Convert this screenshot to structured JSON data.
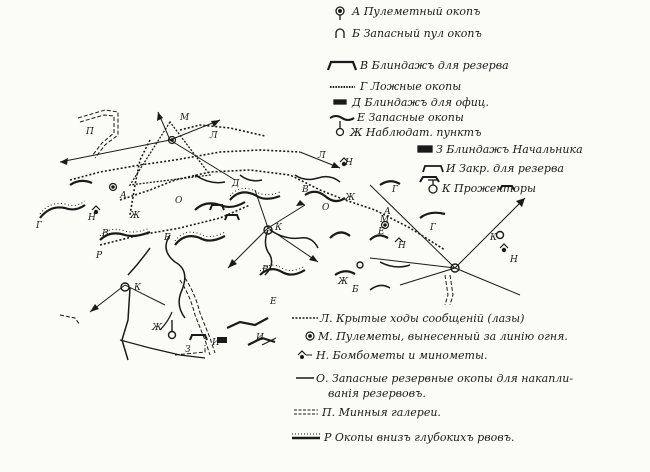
{
  "legend_top": [
    {
      "key": "A",
      "text": "А Пулеметный окопъ",
      "symbol": "mg-pit-icon"
    },
    {
      "key": "B",
      "text": "Б Запасный пул окопъ",
      "symbol": "reserve-mg-pit-icon"
    },
    {
      "key": "V",
      "text": "В Блиндажъ для резерва",
      "symbol": "reserve-dugout-icon"
    },
    {
      "key": "G",
      "text": "Г Ложные окопы",
      "symbol": "false-trench-icon"
    },
    {
      "key": "D",
      "text": "Д Блиндажъ для офиц.",
      "symbol": "officer-dugout-icon"
    },
    {
      "key": "E",
      "text": "Е Запасные окопы",
      "symbol": "reserve-trench-icon"
    },
    {
      "key": "Zh",
      "text": "Ж Наблюдат. пунктъ",
      "symbol": "observation-post-icon"
    },
    {
      "key": "Z",
      "text": "З Блиндажъ Начальника",
      "symbol": "commander-dugout-icon"
    },
    {
      "key": "I",
      "text": "И Закр. для резерва",
      "symbol": "reserve-shelter-icon"
    },
    {
      "key": "K",
      "text": "К Прожекторы",
      "symbol": "searchlight-icon"
    }
  ],
  "legend_bottom": [
    {
      "text": "Л. Крытые ходы сообщеній (лазы)",
      "symbol": "covered-passage-icon"
    },
    {
      "text": "М. Пулеметы, вынесенный за линію огня.",
      "symbol": "forward-mg-icon"
    },
    {
      "text": "Н. Бомбометы и минометы.",
      "symbol": "mortar-icon"
    },
    {
      "text": "О. Запасные резервные окопы для накапли-",
      "symbol": "assembly-trench-icon"
    },
    {
      "text": "ванія резервовъ.",
      "symbol": ""
    },
    {
      "text": "П. Минныя галереи.",
      "symbol": "mine-gallery-icon"
    },
    {
      "text": "Р Окопы внизъ глубокихъ рвовъ.",
      "symbol": "ravine-trench-icon"
    }
  ],
  "map_labels": [
    {
      "id": "P1",
      "text": "П"
    },
    {
      "id": "M1",
      "text": "М"
    },
    {
      "id": "L1",
      "text": "Л"
    },
    {
      "id": "A1",
      "text": "А"
    },
    {
      "id": "G1",
      "text": "Г"
    },
    {
      "id": "N1",
      "text": "Н"
    },
    {
      "id": "Zh1",
      "text": "Ж"
    },
    {
      "id": "O1",
      "text": "О"
    },
    {
      "id": "V1",
      "text": "В"
    },
    {
      "id": "B1",
      "text": "Б"
    },
    {
      "id": "R1",
      "text": "Р"
    },
    {
      "id": "K1",
      "text": "К"
    },
    {
      "id": "Zh2",
      "text": "Ж"
    },
    {
      "id": "Z1",
      "text": "З"
    },
    {
      "id": "I1",
      "text": "И"
    },
    {
      "id": "E1",
      "text": "Е"
    },
    {
      "id": "D1",
      "text": "Д"
    },
    {
      "id": "K2",
      "text": "К"
    },
    {
      "id": "R2",
      "text": "Р"
    },
    {
      "id": "V2",
      "text": "В"
    },
    {
      "id": "Zh3",
      "text": "Ж"
    },
    {
      "id": "E2",
      "text": "Е"
    },
    {
      "id": "N2",
      "text": "Н"
    },
    {
      "id": "G2",
      "text": "Г"
    },
    {
      "id": "M2",
      "text": "М"
    },
    {
      "id": "N3",
      "text": "Н"
    },
    {
      "id": "L2",
      "text": "Л"
    },
    {
      "id": "K3",
      "text": "К"
    },
    {
      "id": "N4",
      "text": "Н"
    },
    {
      "id": "Zh4",
      "text": "Ж"
    },
    {
      "id": "A2",
      "text": "А"
    },
    {
      "id": "I2",
      "text": "И"
    },
    {
      "id": "G3",
      "text": "Г"
    },
    {
      "id": "O2",
      "text": "О"
    },
    {
      "id": "B2",
      "text": "Б"
    }
  ],
  "colors": {
    "ink": "#1a1a1a",
    "paper": "#fbfbf8"
  }
}
